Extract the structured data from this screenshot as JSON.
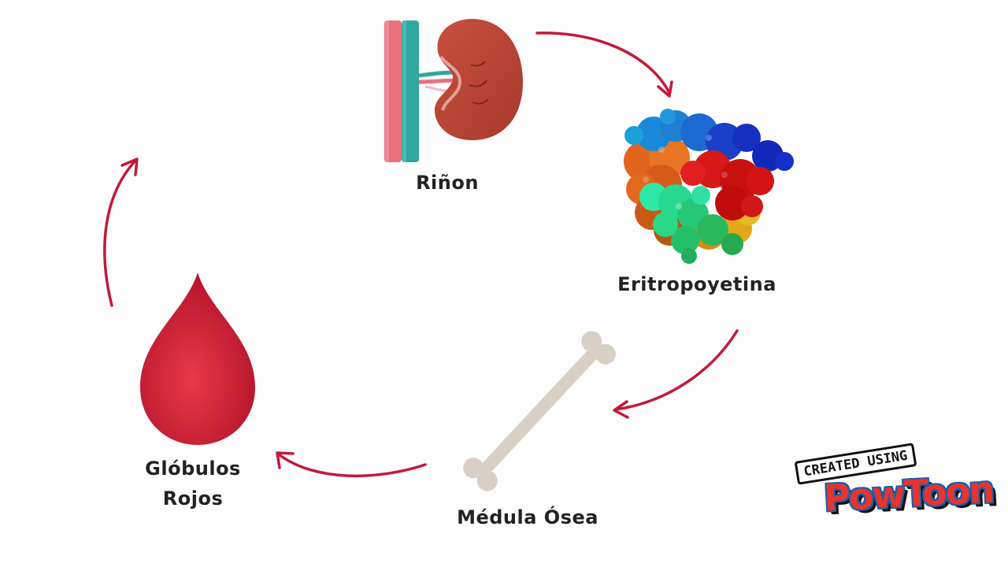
{
  "diagram": {
    "nodes": [
      {
        "id": "rinon",
        "label": "Riñon"
      },
      {
        "id": "epo",
        "label": "Eritropoyetina"
      },
      {
        "id": "medula",
        "label": "Médula Ósea"
      },
      {
        "id": "globulos",
        "label": "Glóbulos Rojos"
      }
    ],
    "edges": [
      {
        "from": "rinon",
        "to": "epo"
      },
      {
        "from": "epo",
        "to": "medula"
      },
      {
        "from": "medula",
        "to": "globulos"
      },
      {
        "from": "globulos",
        "to": "rinon"
      }
    ]
  },
  "labels": {
    "rinon": "Riñon",
    "epo": "Eritropoyetina",
    "medula": "Médula Ósea",
    "globulos_line1": "Glóbulos",
    "globulos_line2": "Rojos"
  },
  "watermark": {
    "top": "CREATED USING",
    "main": "PowToon"
  },
  "colors": {
    "arrow": "#c21a3a",
    "kidney": "#c04a3a",
    "artery": "#e8707f",
    "vein": "#2fa8a0",
    "blood_drop": "#d42333",
    "bone": "#d8d0c4"
  },
  "icons": [
    "kidney-icon",
    "protein-molecule-icon",
    "bone-icon",
    "blood-drop-icon"
  ]
}
